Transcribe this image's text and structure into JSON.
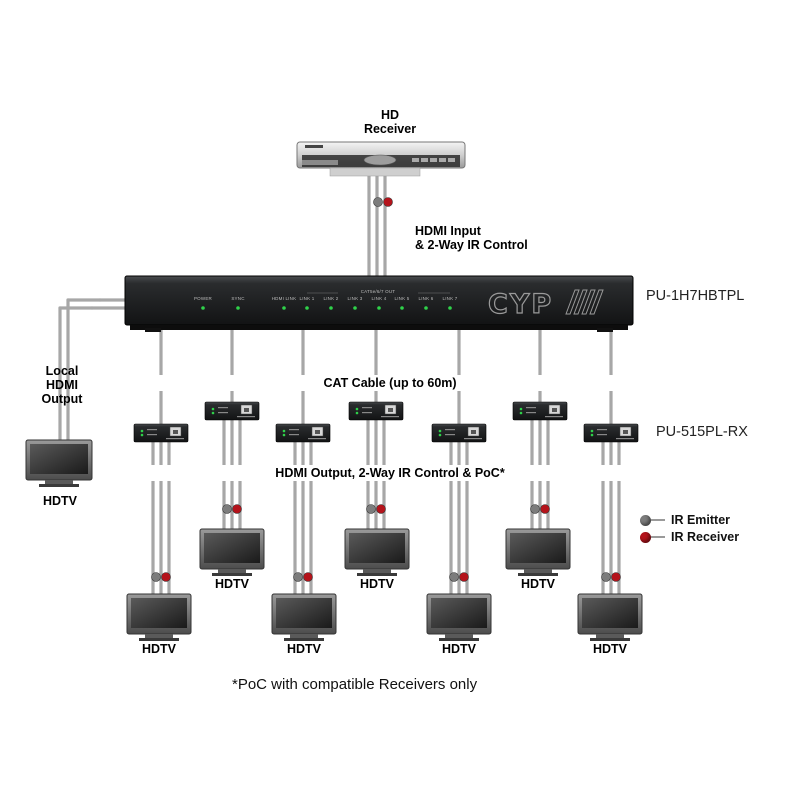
{
  "source": {
    "label_line1": "HD",
    "label_line2": "Receiver"
  },
  "input": {
    "label_line1": "HDMI Input",
    "label_line2": "& 2-Way IR Control"
  },
  "transmitter": {
    "model": "PU-1H7HBTPL",
    "logo": "CYP",
    "leds": [
      "POWER",
      "SYNC",
      "HDMI LINK",
      "LINK 1",
      "LINK 2",
      "LINK 3",
      "LINK 4",
      "LINK 5",
      "LINK 6",
      "LINK 7"
    ],
    "port_header": "CAT5e/6/7 OUT"
  },
  "local_output": {
    "label_line1": "Local",
    "label_line2": "HDMI",
    "label_line3": "Output",
    "tv": "HDTV"
  },
  "cable": {
    "label": "CAT Cable (up to 60m)"
  },
  "receiver": {
    "model": "PU-515PL-RX",
    "led1": "Power",
    "led2": "Link",
    "port": "CAT IN/LAN/PoE"
  },
  "output": {
    "label": "HDMI Output, 2-Way IR Control & PoC*"
  },
  "tvs": [
    "HDTV",
    "HDTV",
    "HDTV",
    "HDTV",
    "HDTV",
    "HDTV",
    "HDTV"
  ],
  "legend": {
    "emitter": "IR Emitter",
    "receiver": "IR Receiver"
  },
  "footnote": "*PoC with compatible Receivers only",
  "colors": {
    "cable": "#a7a7a7",
    "device": "#1d1f21",
    "led": "#2fd24a",
    "ir_receiver": "#b4131b",
    "ir_emitter": "#7c7c7c"
  }
}
